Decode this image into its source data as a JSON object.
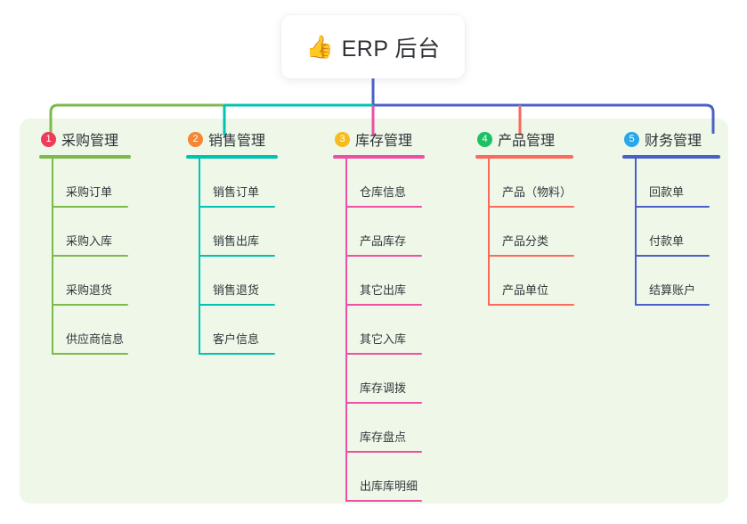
{
  "root": {
    "icon": "thumbs-up-emoji",
    "emoji": "👍",
    "title": "ERP 后台"
  },
  "palette": {
    "page_background": "#ffffff",
    "panel_background": "#eef7e8",
    "root_card_background": "#ffffff",
    "root_stem": "#4a60c8",
    "text": "#2f3338"
  },
  "columns": [
    {
      "number": "1",
      "title": "采购管理",
      "color": "#7dba4d",
      "badge_color": "#ef3b57",
      "items": [
        "采购订单",
        "采购入库",
        "采购退货",
        "供应商信息"
      ]
    },
    {
      "number": "2",
      "title": "销售管理",
      "color": "#00c3b2",
      "badge_color": "#f58634",
      "items": [
        "销售订单",
        "销售出库",
        "销售退货",
        "客户信息"
      ]
    },
    {
      "number": "3",
      "title": "库存管理",
      "color": "#ef4fa5",
      "badge_color": "#f5bc1c",
      "items": [
        "仓库信息",
        "产品库存",
        "其它出库",
        "其它入库",
        "库存调拨",
        "库存盘点",
        "出库库明细"
      ]
    },
    {
      "number": "4",
      "title": "产品管理",
      "color": "#fb6a5a",
      "badge_color": "#1ec065",
      "items": [
        "产品（物料）",
        "产品分类",
        "产品单位"
      ]
    },
    {
      "number": "5",
      "title": "财务管理",
      "color": "#4a60c8",
      "badge_color": "#29a7e8",
      "items": [
        "回款单",
        "付款单",
        "结算账户"
      ]
    }
  ]
}
